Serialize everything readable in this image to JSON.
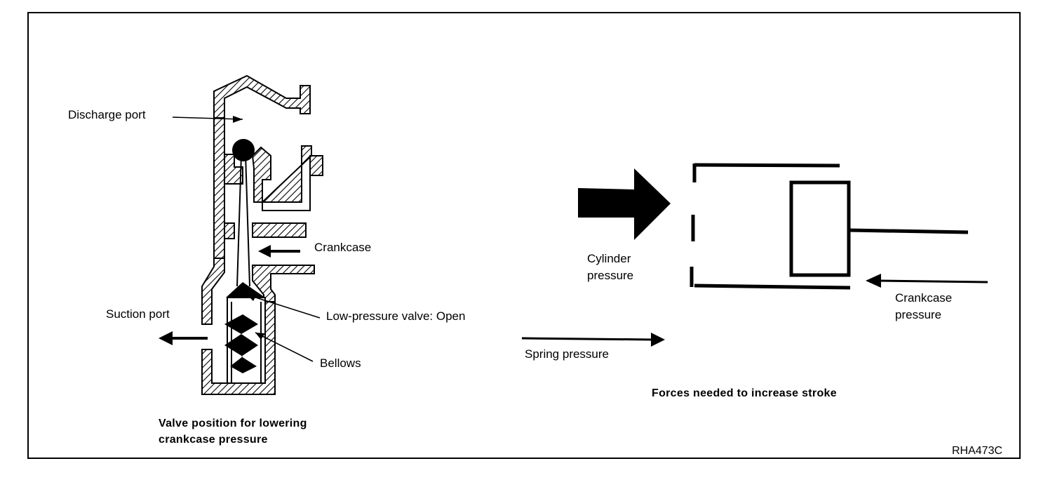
{
  "labels": {
    "discharge_port": "Discharge port",
    "crankcase": "Crankcase",
    "suction_port": "Suction port",
    "low_pressure_valve": "Low-pressure valve: Open",
    "bellows": "Bellows",
    "caption_left_line1": "Valve position for lowering",
    "caption_left_line2": "crankcase pressure",
    "spring_pressure": "Spring pressure",
    "cylinder_pressure_line1": "Cylinder",
    "cylinder_pressure_line2": "pressure",
    "crankcase_pressure_line1": "Crankcase",
    "crankcase_pressure_line2": "pressure",
    "caption_right": "Forces needed to increase stroke",
    "figure_code": "RHA473C"
  }
}
